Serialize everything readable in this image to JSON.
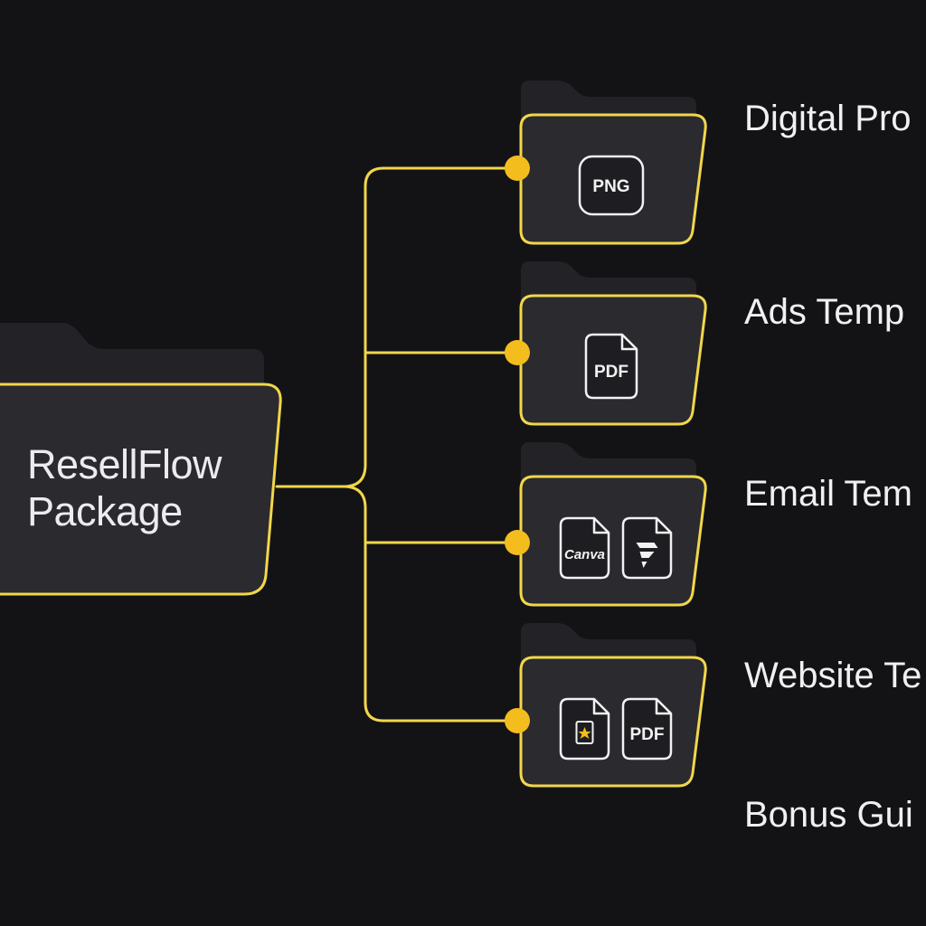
{
  "root": {
    "title_line1": "ResellFlow",
    "title_line2": "Package"
  },
  "branches": [
    {
      "label": "Digital Pro",
      "icons": [
        {
          "type": "badge",
          "text": "PNG",
          "name": "png-file-icon"
        }
      ]
    },
    {
      "label": "Ads Temp",
      "icons": [
        {
          "type": "doc",
          "text": "PDF",
          "name": "pdf-file-icon"
        }
      ]
    },
    {
      "label": "Email Tem",
      "icons": [
        {
          "type": "doc",
          "text": "Canva",
          "name": "canva-file-icon"
        },
        {
          "type": "doc",
          "text": "",
          "name": "figma-file-icon"
        }
      ]
    },
    {
      "label": "Website Te",
      "icons": [
        {
          "type": "doc",
          "text": "",
          "name": "star-file-icon"
        },
        {
          "type": "doc",
          "text": "PDF",
          "name": "pdf-file-icon"
        }
      ]
    }
  ],
  "extra_label": "Bonus Gui",
  "colors": {
    "background": "#131316",
    "folder_fill": "#2a2a2f",
    "folder_tab": "#232327",
    "accent": "#f2d64b",
    "node": "#f4bd1e",
    "text": "#f0f0f2"
  }
}
